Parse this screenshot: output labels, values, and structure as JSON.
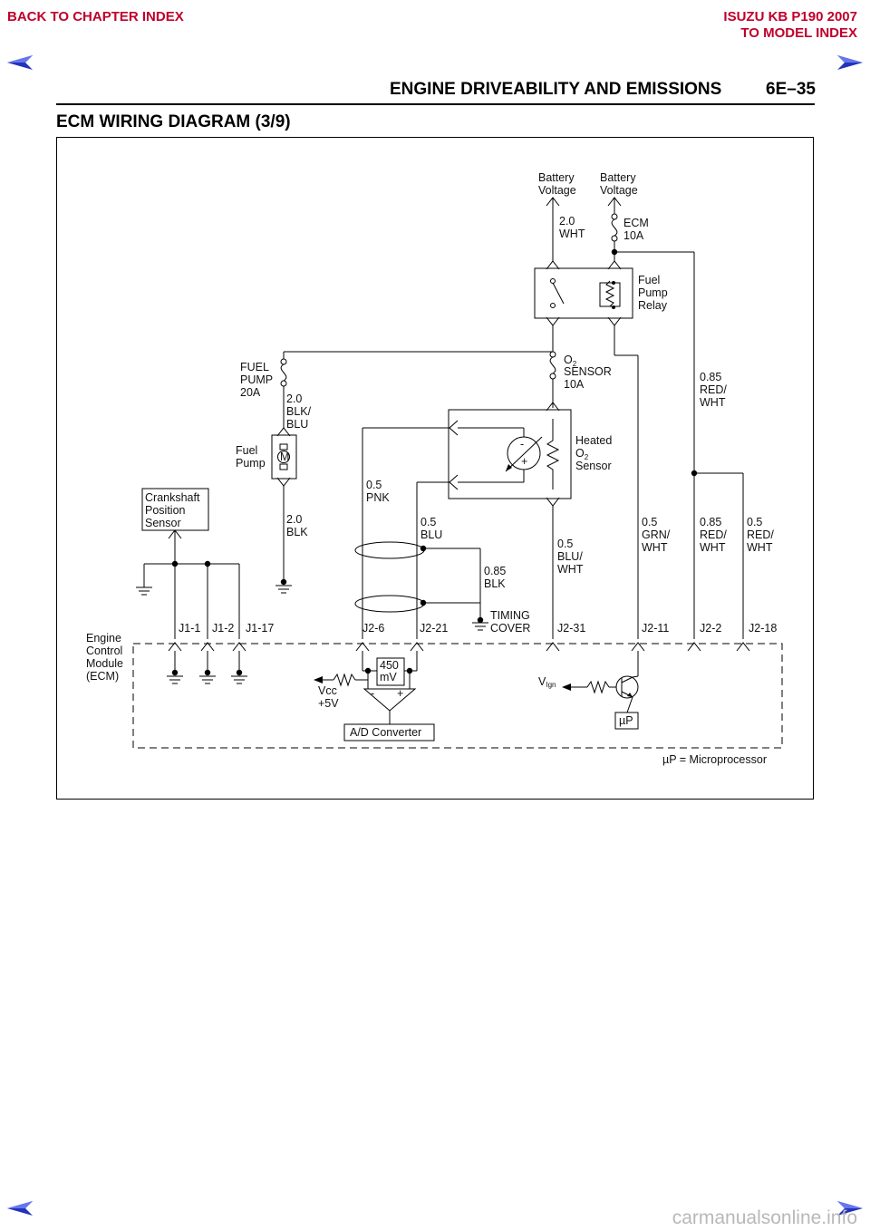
{
  "nav": {
    "back_label": "BACK TO CHAPTER INDEX",
    "model_line1": "ISUZU KB P190 2007",
    "model_line2": "TO MODEL INDEX",
    "colors": {
      "link": "#c0002a",
      "arrow": "#2233bb"
    }
  },
  "header": {
    "section_title": "ENGINE DRIVEABILITY AND EMISSIONS",
    "page_number": "6E–35"
  },
  "diagram": {
    "title": "ECM WIRING DIAGRAM (3/9)",
    "battery_voltage_left": [
      "Battery",
      "Voltage"
    ],
    "battery_voltage_right": [
      "Battery",
      "Voltage"
    ],
    "wire_2_0_wht": [
      "2.0",
      "WHT"
    ],
    "ecm_fuse": [
      "ECM",
      "10A"
    ],
    "fuel_pump_relay": [
      "Fuel",
      "Pump",
      "Relay"
    ],
    "fuel_pump_fuse": [
      "FUEL",
      "PUMP",
      "20A"
    ],
    "wire_2_0_blk_blu": [
      "2.0",
      "BLK/",
      "BLU"
    ],
    "o2_fuse": {
      "o": "O",
      "sub": "2",
      "lines": [
        "SENSOR",
        "10A"
      ]
    },
    "wire_0_85_red_wht_top": [
      "0.85",
      "RED/",
      "WHT"
    ],
    "fuel_pump": [
      "Fuel",
      "Pump"
    ],
    "motor_symbol": "M",
    "heated_o2_sensor": {
      "line1": "Heated",
      "o": "O",
      "sub": "2",
      "line3": "Sensor"
    },
    "crankshaft_sensor": [
      "Crankshaft",
      "Position",
      "Sensor"
    ],
    "wire_0_5_pnk": [
      "0.5",
      "PNK"
    ],
    "wire_2_0_blk": [
      "2.0",
      "BLK"
    ],
    "wire_0_5_blu": [
      "0.5",
      "BLU"
    ],
    "wire_0_5_blu_wht": [
      "0.5",
      "BLU/",
      "WHT"
    ],
    "wire_0_5_grn_wht": [
      "0.5",
      "GRN/",
      "WHT"
    ],
    "wire_0_85_red_wht": [
      "0.85",
      "RED/",
      "WHT"
    ],
    "wire_0_5_red_wht": [
      "0.5",
      "RED/",
      "WHT"
    ],
    "wire_0_85_blk": [
      "0.85",
      "BLK"
    ],
    "timing_cover": [
      "TIMING",
      "COVER"
    ],
    "ecm_label": [
      "Engine",
      "Control",
      "Module",
      "(ECM)"
    ],
    "pins": {
      "j1_1": "J1-1",
      "j1_2": "J1-2",
      "j1_17": "J1-17",
      "j2_6": "J2-6",
      "j2_21": "J2-21",
      "j2_31": "J2-31",
      "j2_11": "J2-11",
      "j2_2": "J2-2",
      "j2_18": "J2-18"
    },
    "ref_voltage": [
      "450",
      "mV"
    ],
    "vcc": [
      "Vcc",
      "+5V"
    ],
    "ign": {
      "v": "V",
      "sub": "Ign"
    },
    "minus": "-",
    "plus": "+",
    "ad_converter": "A/D Converter",
    "microprocessor": "µP",
    "legend": "µP = Microprocessor"
  },
  "watermark": "carmanualsonline.info"
}
